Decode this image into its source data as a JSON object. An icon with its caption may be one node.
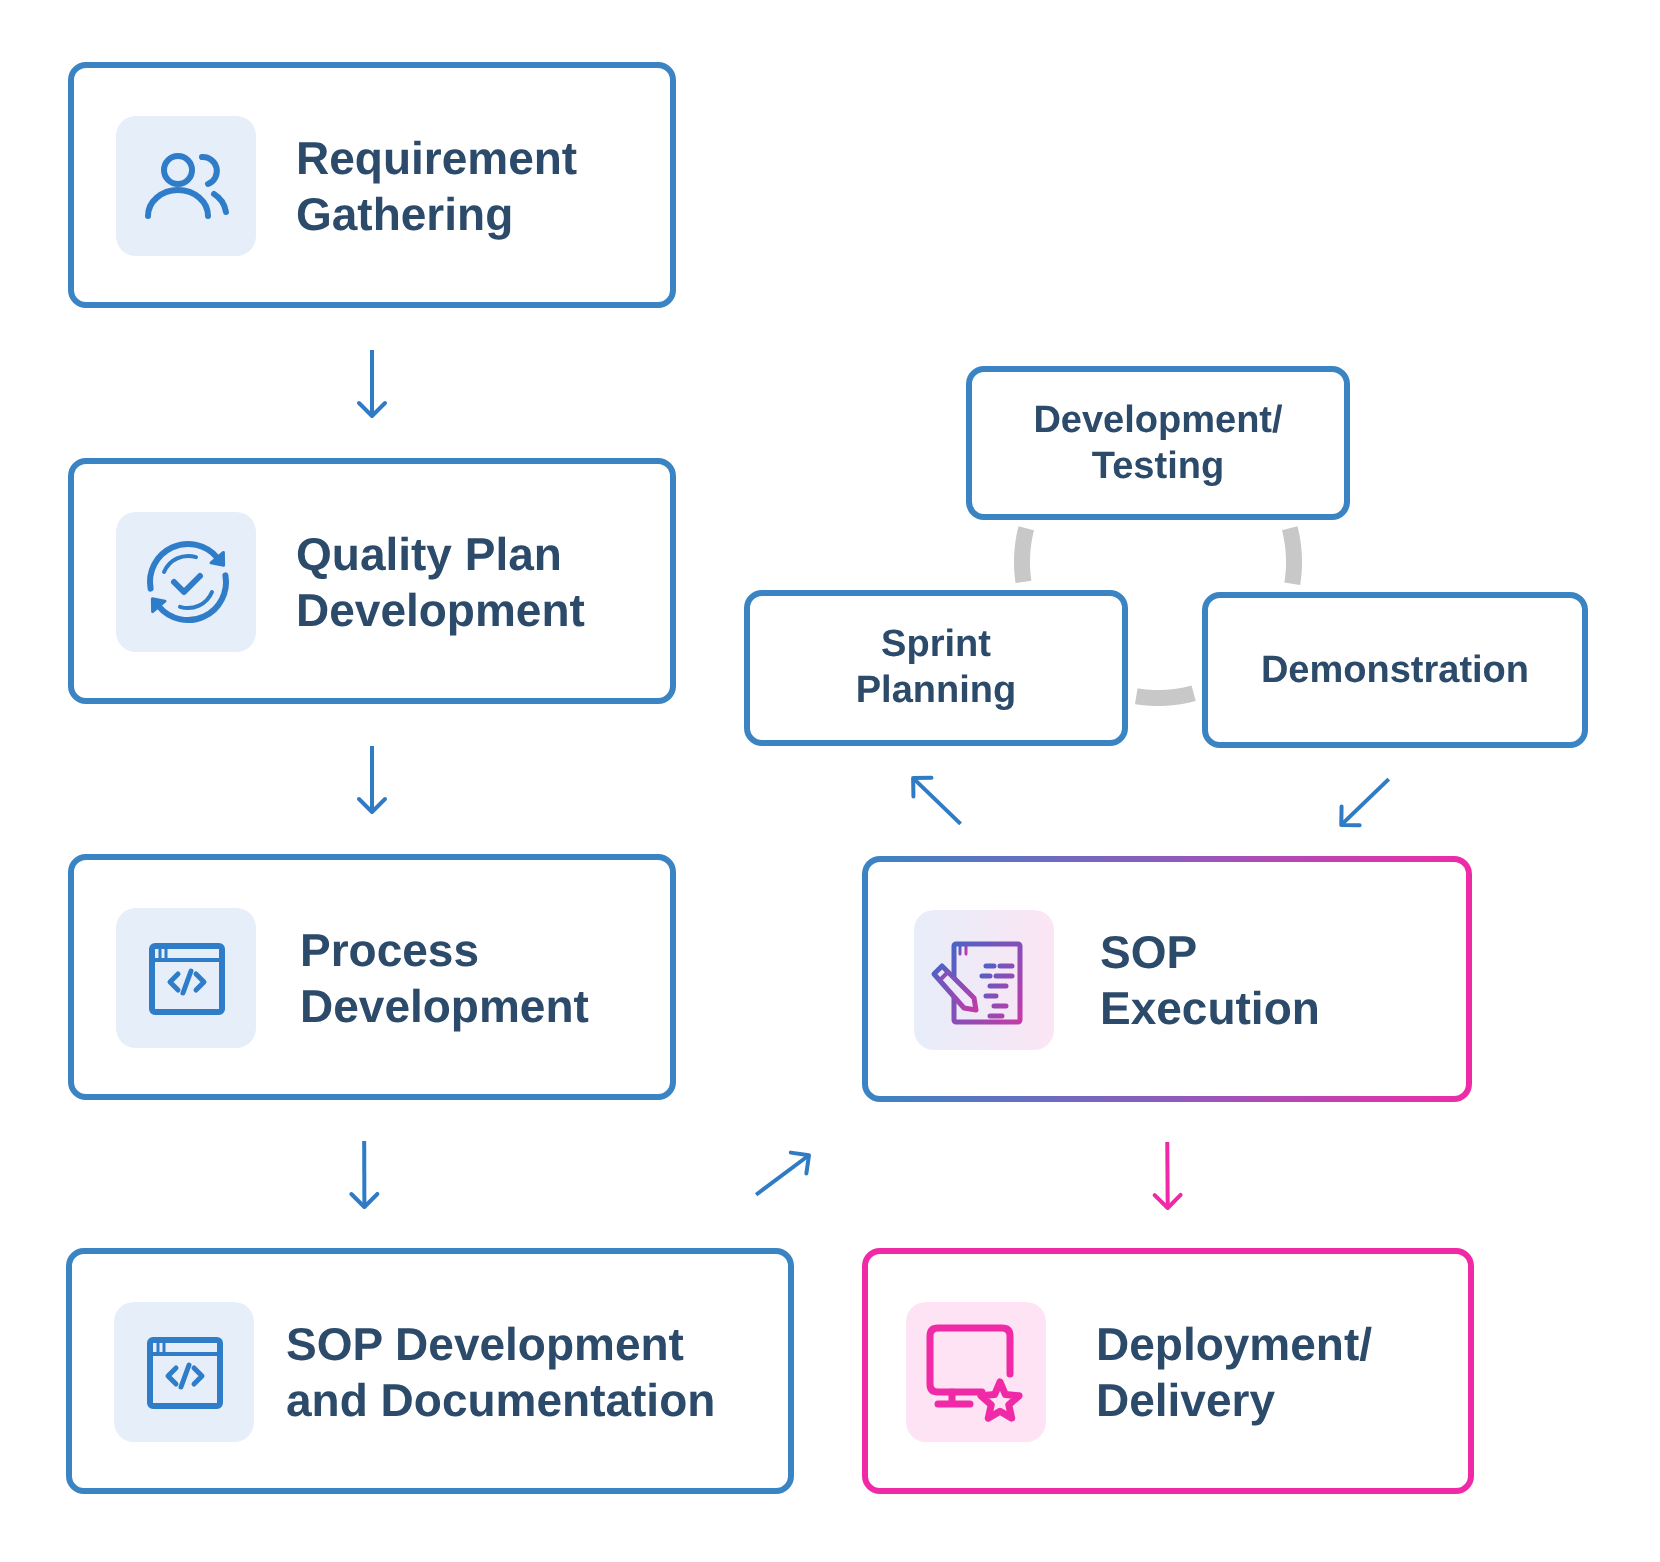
{
  "diagram": {
    "nodes": [
      {
        "text": [
          "Requirement Gathering"
        ]
      },
      {
        "text": [
          "Quality Plan Development"
        ]
      },
      {
        "text": [
          "Process Development"
        ]
      },
      {
        "text": [
          "SOP Development and Documentation"
        ]
      },
      {
        "text": [
          "SOP Execution"
        ]
      },
      {
        "text": [
          "Sprint Planning"
        ]
      },
      {
        "text": [
          "Development/ Testing"
        ]
      },
      {
        "text": [
          "Demonstration"
        ]
      },
      {
        "text": [
          "Deployment/ Delivery"
        ]
      }
    ],
    "edges": [
      {
        "from": 0,
        "to": 1,
        "arrow": "to"
      },
      {
        "from": 1,
        "to": 2,
        "arrow": "to"
      },
      {
        "from": 2,
        "to": 3,
        "arrow": "to"
      },
      {
        "from": 3,
        "to": 4,
        "arrow": "to"
      },
      {
        "from": 4,
        "to": 5,
        "arrow": "to"
      },
      {
        "from": 5,
        "to": 6,
        "arrow": "none",
        "style": "thick",
        "color": "#c8c8c8"
      },
      {
        "from": 6,
        "to": 7,
        "arrow": "none",
        "style": "thick",
        "color": "#c8c8c8"
      },
      {
        "from": 7,
        "to": 5,
        "arrow": "none",
        "style": "thick",
        "color": "#c8c8c8"
      },
      {
        "from": 7,
        "to": 4,
        "arrow": "to"
      },
      {
        "from": 4,
        "to": 8,
        "arrow": "to",
        "color": "#f02aa6"
      }
    ]
  }
}
